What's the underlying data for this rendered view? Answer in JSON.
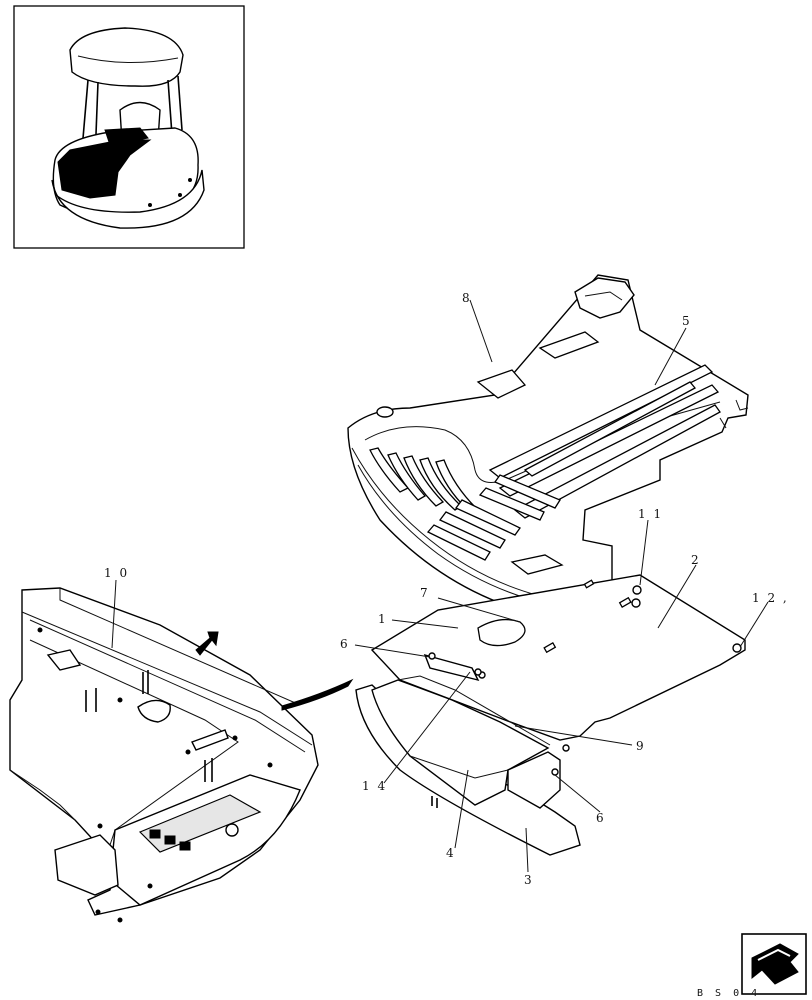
{
  "callouts": {
    "c1": "1",
    "c2": "2",
    "c3": "3",
    "c4": "4",
    "c5": "5",
    "c6a": "6",
    "c6b": "6",
    "c7": "7",
    "c8": "8",
    "c9": "9",
    "c10": "1 0",
    "c11": "1 1",
    "c12": "1 2 ,",
    "c14": "1 4"
  },
  "doc_id": "B S 0 4",
  "icons": {
    "inset": "machine-overview-icon",
    "arrow": "view-direction-arrow-icon",
    "nav": "next-page-arrow-icon"
  }
}
